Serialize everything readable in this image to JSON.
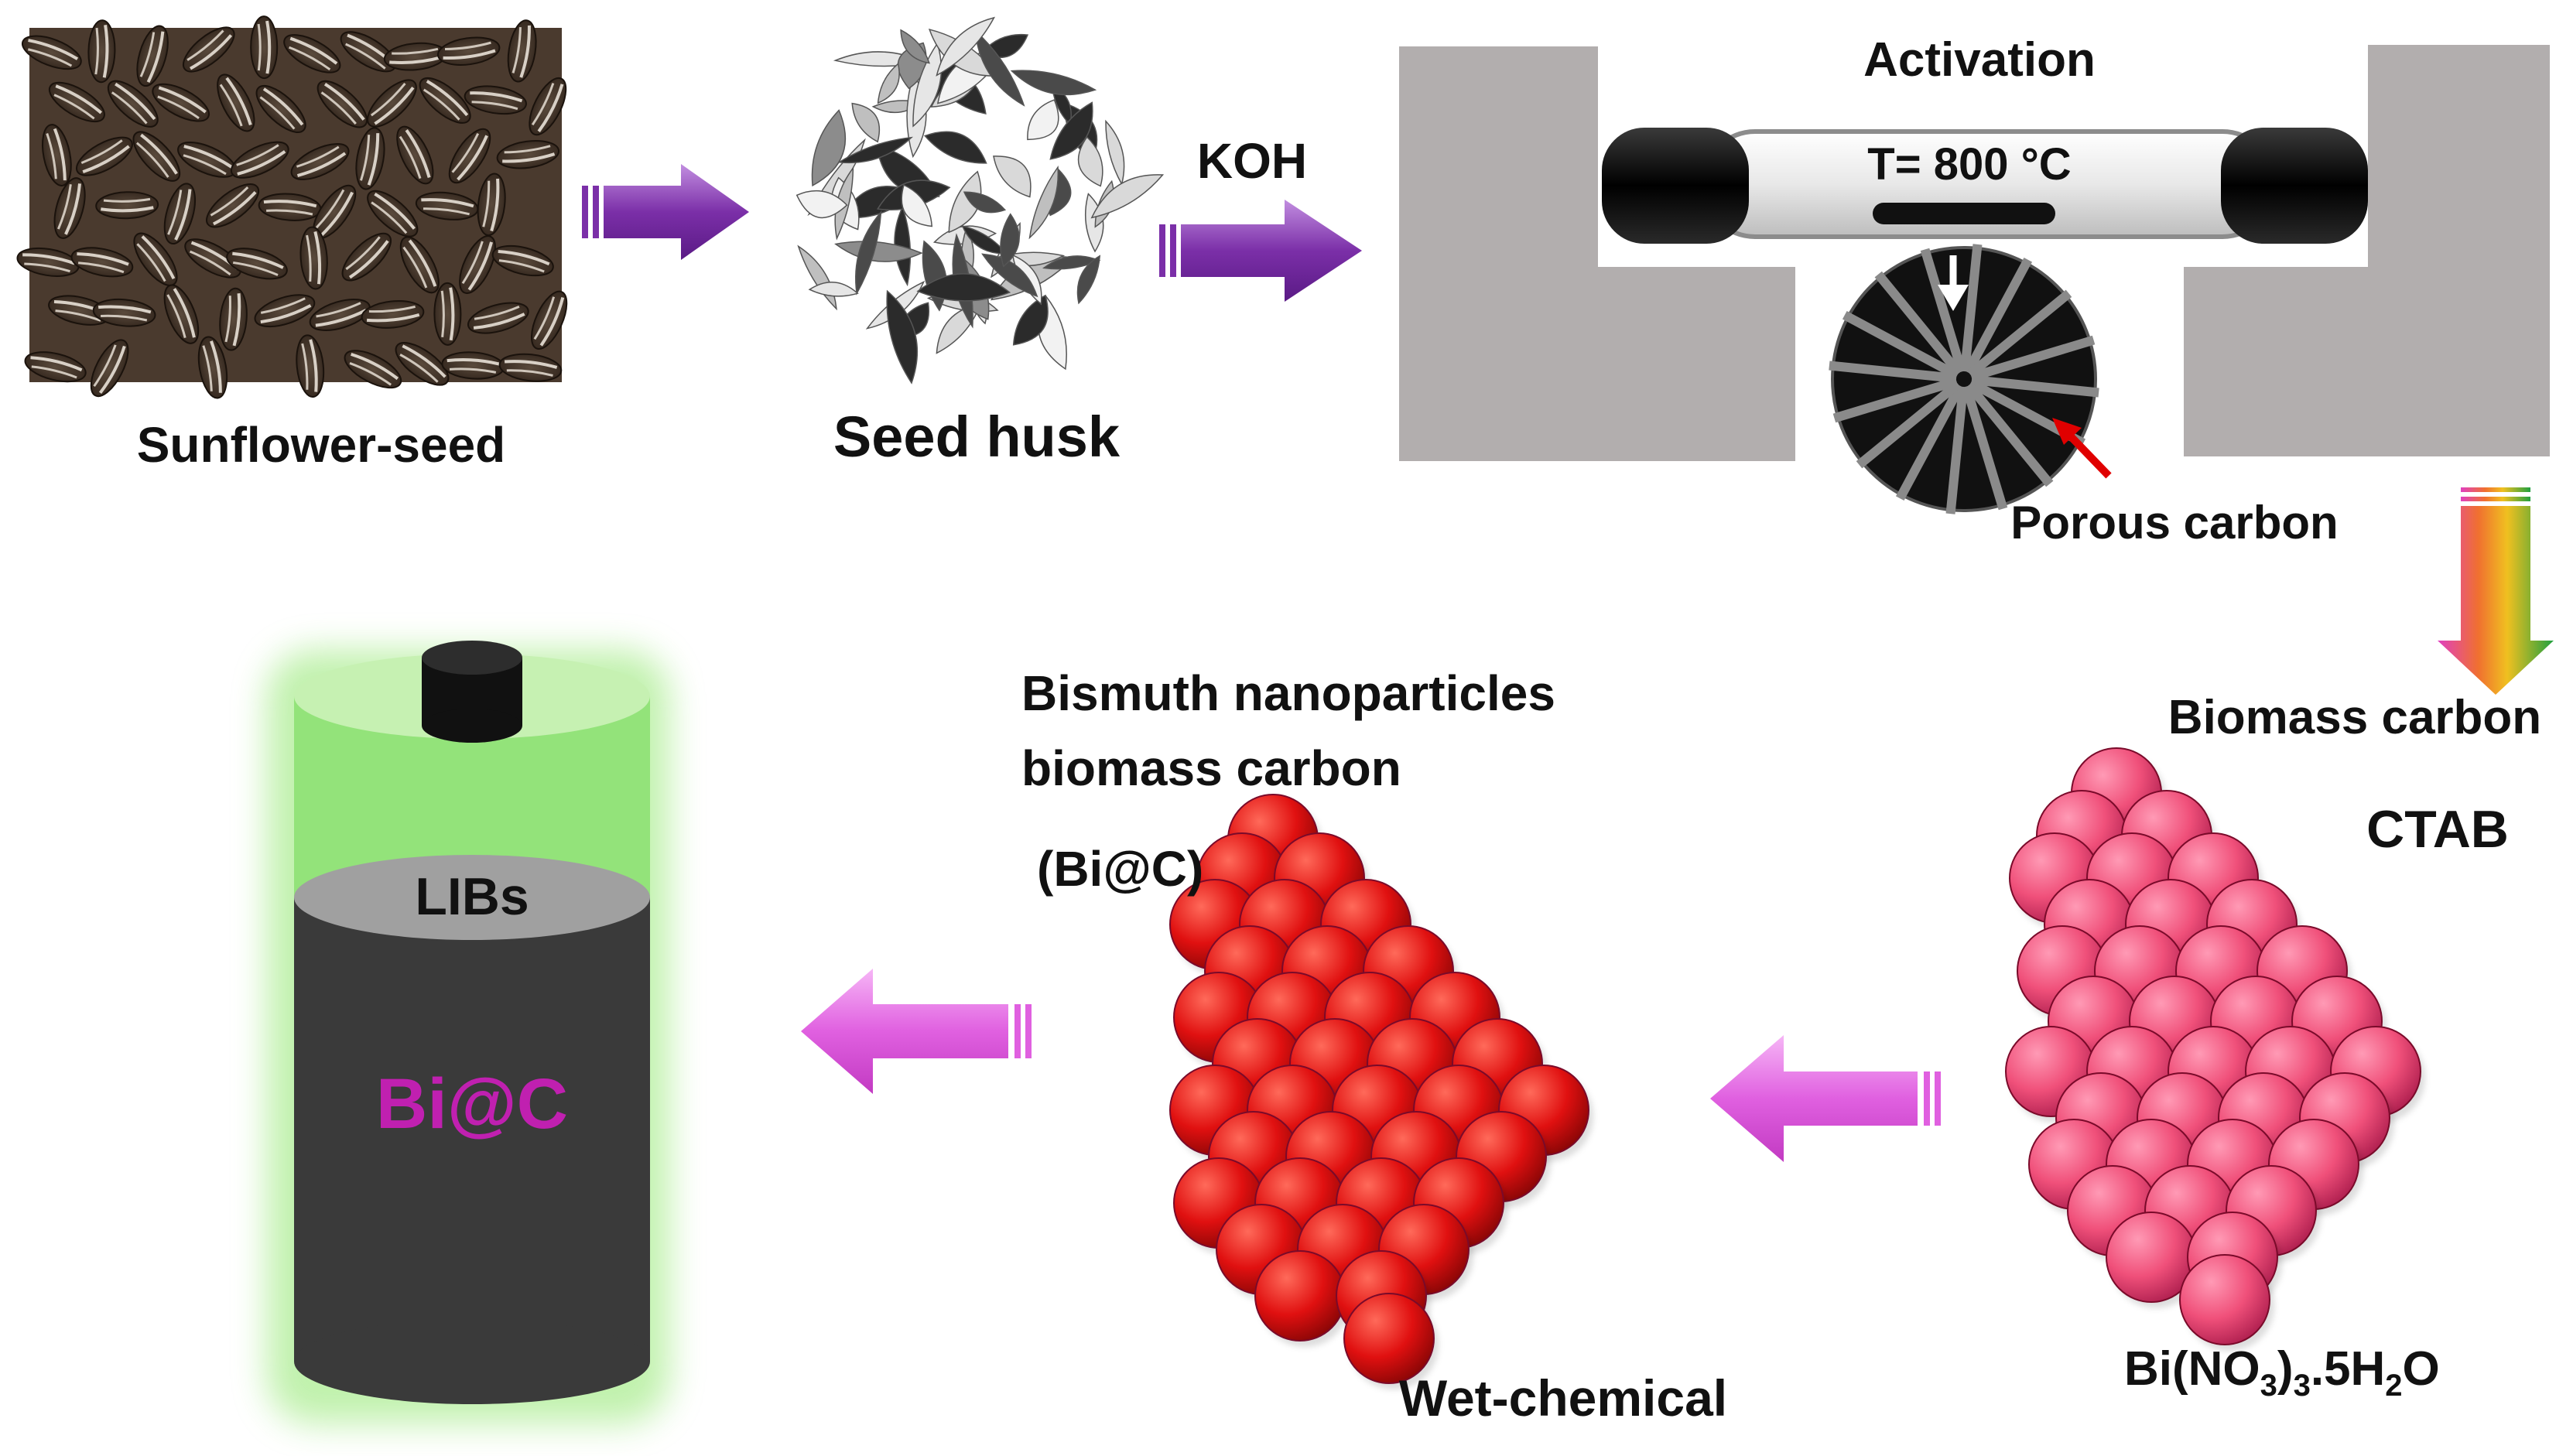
{
  "labels": {
    "sunflower_seed": "Sunflower-seed",
    "seed_husk": "Seed husk",
    "koh": "KOH",
    "activation": "Activation",
    "temperature": "T= 800 °C",
    "porous_carbon": "Porous carbon",
    "biomass_carbon": "Biomass carbon",
    "ctab": "CTAB",
    "precursor": {
      "base_1": "Bi(NO",
      "sub_1": "3",
      "base_2": ")",
      "sub_2": "3",
      "base_3": ".5H",
      "sub_3": "2",
      "base_4": "O"
    },
    "wet_chemical": "Wet-chemical",
    "product_line1": "Bismuth nanoparticles",
    "product_line2": "biomass carbon",
    "product_short": "(Bi@C)",
    "battery_top": "LIBs",
    "battery_body": "Bi@C"
  },
  "colors": {
    "purple_arrow": "#7b2fa8",
    "pink_arrow": "#e060e0",
    "pink_spheres": "#f0507a",
    "red_spheres": "#e01010",
    "battery_glow": "#8ee66a",
    "battery_body": "#3a3a3a",
    "battery_label": "#c020b0",
    "furnace_gray": "#b2aeae"
  }
}
